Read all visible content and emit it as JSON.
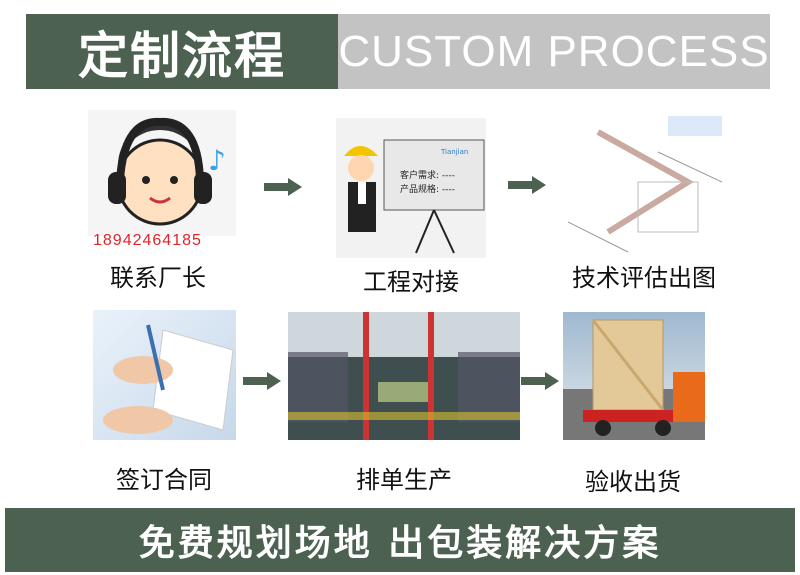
{
  "header": {
    "title_cn": "定制流程",
    "title_en": "CUSTOM PROCESS"
  },
  "steps": [
    {
      "label": "联系厂长",
      "icon": "customer-service-headset"
    },
    {
      "label": "工程对接",
      "icon": "engineer-presentation"
    },
    {
      "label": "技术评估出图",
      "icon": "layout-drawing"
    },
    {
      "label": "签订合同",
      "icon": "contract-signing"
    },
    {
      "label": "排单生产",
      "icon": "factory-floor"
    },
    {
      "label": "验收出货",
      "icon": "shipping-truck"
    }
  ],
  "phone": "18942464185",
  "board": {
    "brand": "Tianjian",
    "line1": "客户需求: ----",
    "line2": "产品规格: ----"
  },
  "footer": "免费规划场地 出包装解决方案",
  "colors": {
    "primary": "#4c6150",
    "secondary": "#c3c3c3",
    "phone": "#e0242a"
  }
}
